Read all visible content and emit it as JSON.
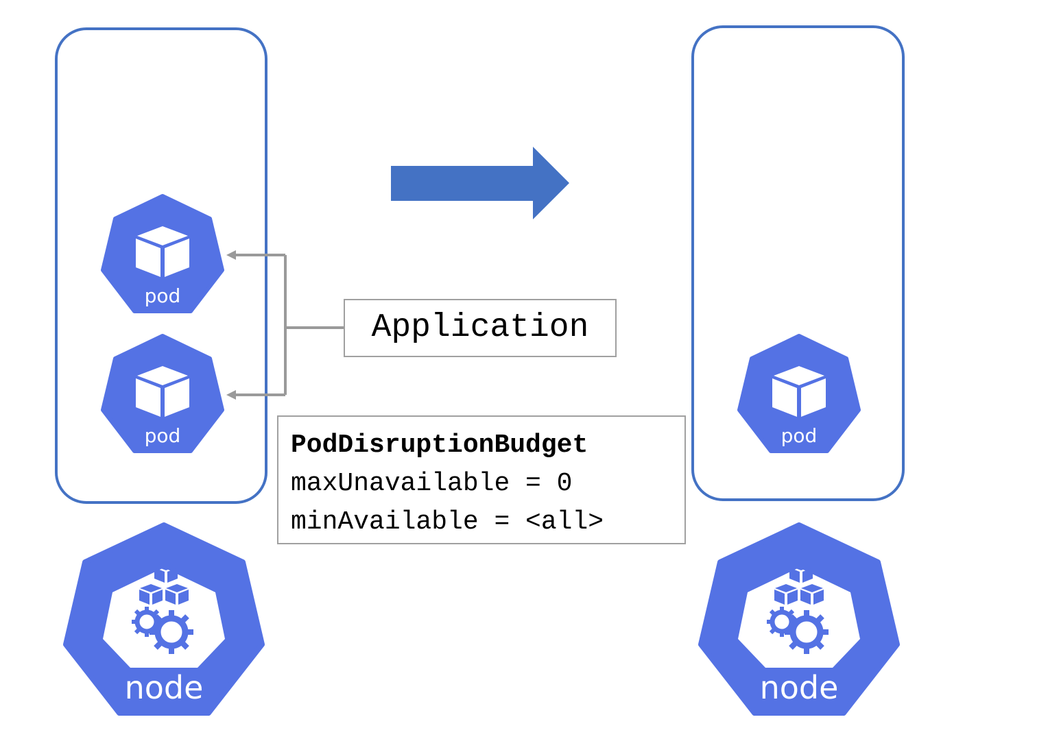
{
  "colors": {
    "k8s_blue": "#5472e4",
    "frame_blue": "#4472c4",
    "arrow_blue": "#4472c4",
    "connector_gray": "#9a9a9a",
    "box_border_gray": "#a0a0a0"
  },
  "left_node": {
    "pods": [
      {
        "label": "pod",
        "icon": "cube-icon"
      },
      {
        "label": "pod",
        "icon": "cube-icon"
      }
    ],
    "node": {
      "label": "node",
      "icon": "cubes-gears-icon"
    }
  },
  "right_node": {
    "pods": [
      {
        "label": "pod",
        "icon": "cube-icon"
      }
    ],
    "node": {
      "label": "node",
      "icon": "cubes-gears-icon"
    }
  },
  "application": {
    "label": "Application"
  },
  "pdb": {
    "title": "PodDisruptionBudget",
    "max_unavailable": "maxUnavailable = 0",
    "min_available": "minAvailable = <all>"
  },
  "migration_arrow": {
    "icon": "right-arrow-icon"
  }
}
